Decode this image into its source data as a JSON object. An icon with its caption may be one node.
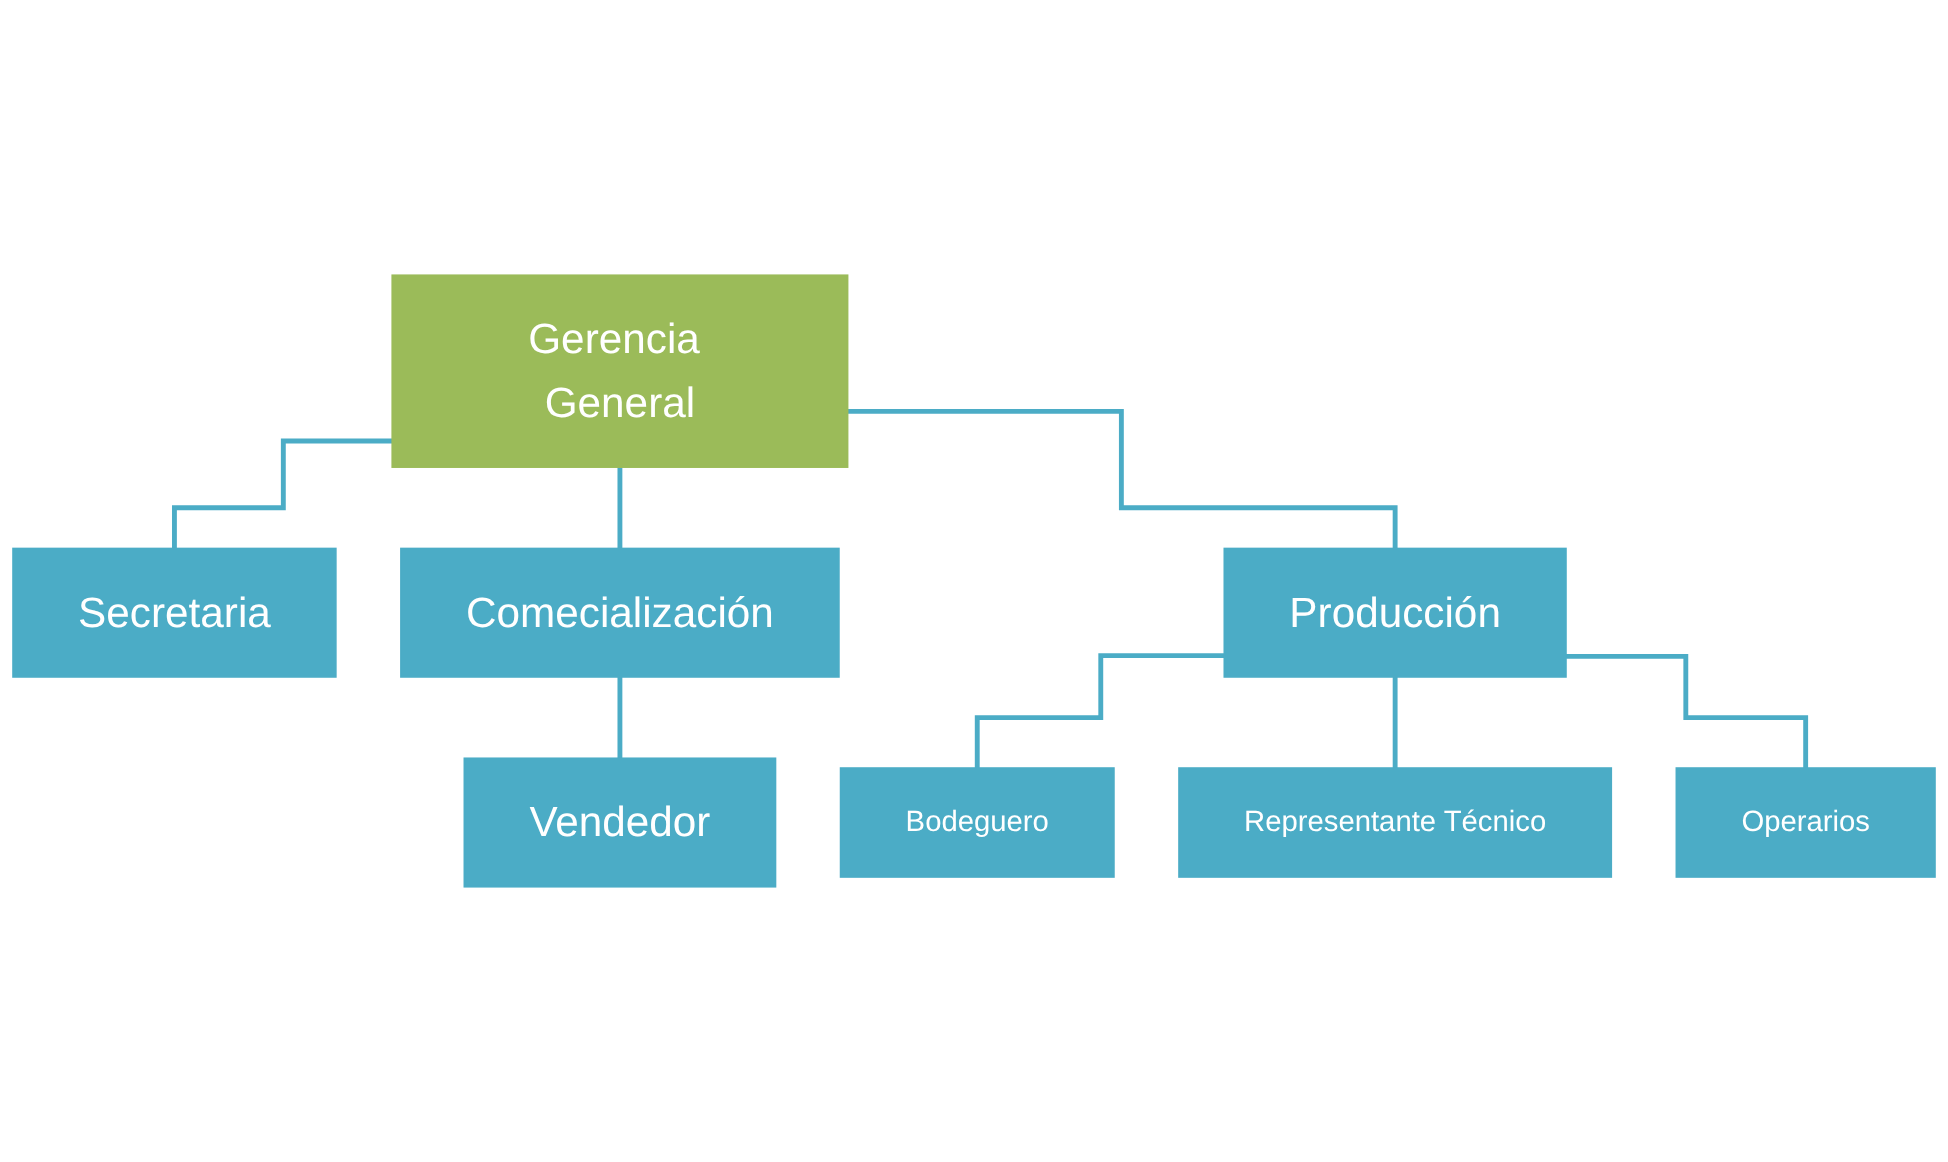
{
  "diagram": {
    "nodes": [
      {
        "text": [
          "Gerencia General"
        ]
      },
      {
        "text": [
          "Secretaria"
        ]
      },
      {
        "text": [
          "Comecialización"
        ]
      },
      {
        "text": [
          "Producción"
        ]
      },
      {
        "text": [
          "Vendedor"
        ]
      },
      {
        "text": [
          "Bodeguero"
        ]
      },
      {
        "text": [
          "Representante Técnico"
        ]
      },
      {
        "text": [
          "Operarios"
        ]
      }
    ],
    "edges": [
      {
        "from": 0,
        "to": 1,
        "arrow": "none"
      },
      {
        "from": 0,
        "to": 2,
        "arrow": "none"
      },
      {
        "from": 0,
        "to": 3,
        "arrow": "none"
      },
      {
        "from": 2,
        "to": 4,
        "arrow": "none"
      },
      {
        "from": 3,
        "to": 5,
        "arrow": "none"
      },
      {
        "from": 3,
        "to": 6,
        "arrow": "none"
      },
      {
        "from": 3,
        "to": 7,
        "arrow": "none"
      }
    ]
  }
}
